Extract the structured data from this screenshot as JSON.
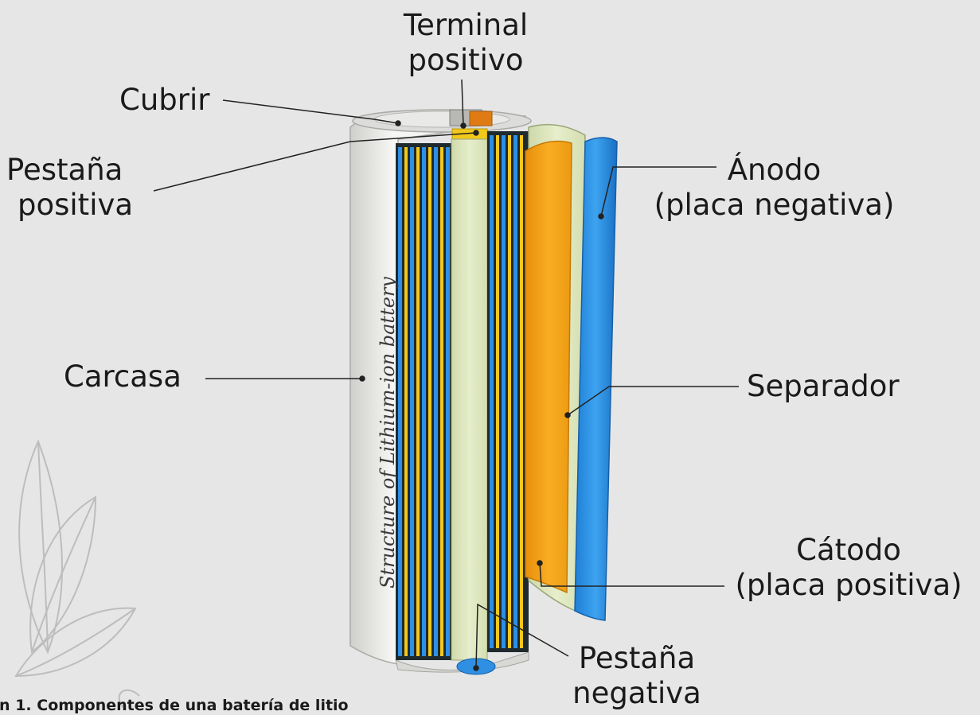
{
  "labels": {
    "terminal": [
      "Terminal",
      "positivo"
    ],
    "cubrir": "Cubrir",
    "pestana_pos": [
      "Pestaña",
      "positiva"
    ],
    "anodo": [
      "Ánodo",
      "(placa negativa)"
    ],
    "carcasa": "Carcasa",
    "separador": "Separador",
    "catodo": [
      "Cátodo",
      "(placa positiva)"
    ],
    "pestana_neg": [
      "Pestaña",
      "negativa"
    ]
  },
  "rotated_text": "Structure of Lithium-ion battery",
  "caption": "ón 1. Componentes de una batería de litio",
  "colors": {
    "background": "#e6e6e6",
    "casing": "#f2f2f0",
    "anode_blue": "#2e8fe3",
    "cathode_orange": "#f5a317",
    "separator": "#dfe8c2",
    "tab_yellow": "#f2c81a"
  }
}
